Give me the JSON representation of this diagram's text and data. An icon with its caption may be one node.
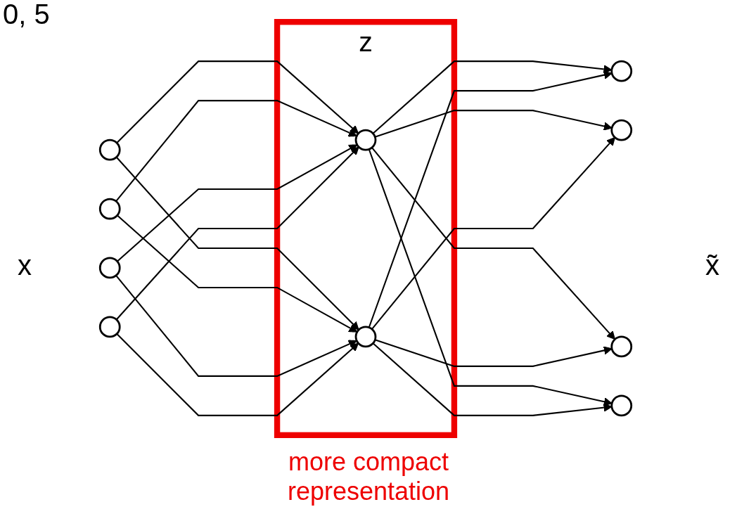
{
  "diagram": {
    "nodes": [
      {
        "text": [],
        "shape": "circle"
      },
      {
        "text": [],
        "shape": "circle"
      },
      {
        "text": [],
        "shape": "circle"
      },
      {
        "text": [],
        "shape": "circle"
      },
      {
        "text": [
          "z"
        ],
        "beside": [
          "more compact representation"
        ]
      },
      {
        "text": [],
        "shape": "circle",
        "in": 4
      },
      {
        "text": [],
        "shape": "circle",
        "in": 4
      },
      {
        "text": [],
        "shape": "circle"
      },
      {
        "text": [],
        "shape": "circle"
      },
      {
        "text": [],
        "shape": "circle"
      },
      {
        "text": [],
        "shape": "circle"
      }
    ],
    "edges": [
      {
        "from": 0,
        "to": 5,
        "arrow": "to"
      },
      {
        "from": 0,
        "to": 6,
        "arrow": "to"
      },
      {
        "from": 1,
        "to": 5,
        "arrow": "to"
      },
      {
        "from": 1,
        "to": 6,
        "arrow": "to"
      },
      {
        "from": 2,
        "to": 5,
        "arrow": "to"
      },
      {
        "from": 2,
        "to": 6,
        "arrow": "to"
      },
      {
        "from": 3,
        "to": 5,
        "arrow": "to"
      },
      {
        "from": 3,
        "to": 6,
        "arrow": "to"
      },
      {
        "from": 5,
        "to": 7,
        "arrow": "to"
      },
      {
        "from": 5,
        "to": 8,
        "arrow": "to"
      },
      {
        "from": 5,
        "to": 9,
        "arrow": "to"
      },
      {
        "from": 5,
        "to": 10,
        "arrow": "to"
      },
      {
        "from": 6,
        "to": 7,
        "arrow": "to"
      },
      {
        "from": 6,
        "to": 8,
        "arrow": "to"
      },
      {
        "from": 6,
        "to": 9,
        "arrow": "to"
      },
      {
        "from": 6,
        "to": 10,
        "arrow": "to"
      }
    ],
    "labels": [
      "0, 5",
      "x",
      "x̃"
    ]
  }
}
